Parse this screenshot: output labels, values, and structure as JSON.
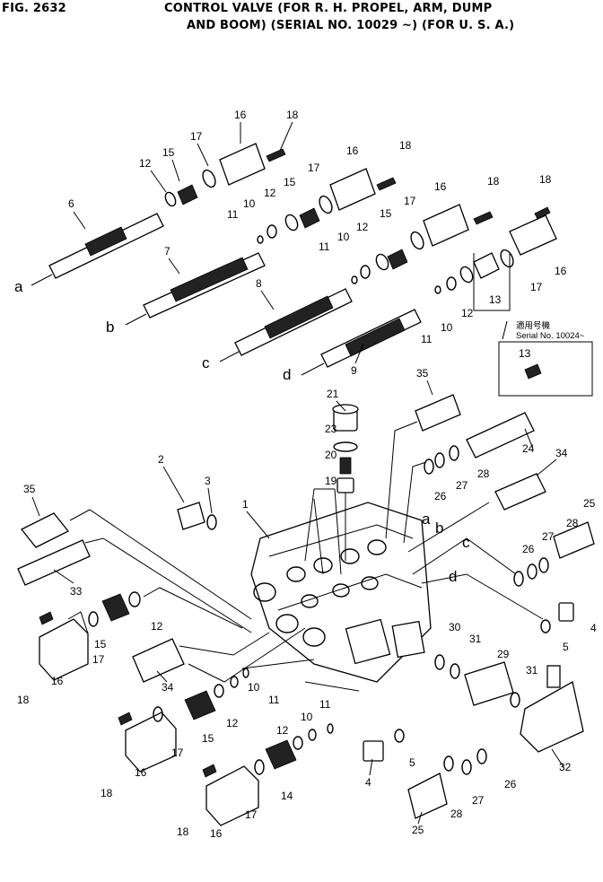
{
  "figure": {
    "number": "FIG. 2632",
    "title_line_1": "CONTROL VALVE (FOR R. H. PROPEL, ARM, DUMP",
    "title_line_2": "AND BOOM) (SERIAL NO. 10029 ~) (FOR U. S. A.)"
  },
  "inset": {
    "japanese_caption": "適用号機",
    "serial_caption": "Serial No. 10024~",
    "part_number": "13"
  },
  "letters": [
    "a",
    "b",
    "c",
    "d"
  ],
  "part_numbers": [
    "1",
    "2",
    "3",
    "4",
    "5",
    "6",
    "7",
    "8",
    "9",
    "10",
    "11",
    "12",
    "13",
    "14",
    "15",
    "16",
    "17",
    "18",
    "19",
    "20",
    "21",
    "23",
    "24",
    "25",
    "26",
    "27",
    "28",
    "29",
    "30",
    "31",
    "32",
    "33",
    "34",
    "35"
  ]
}
